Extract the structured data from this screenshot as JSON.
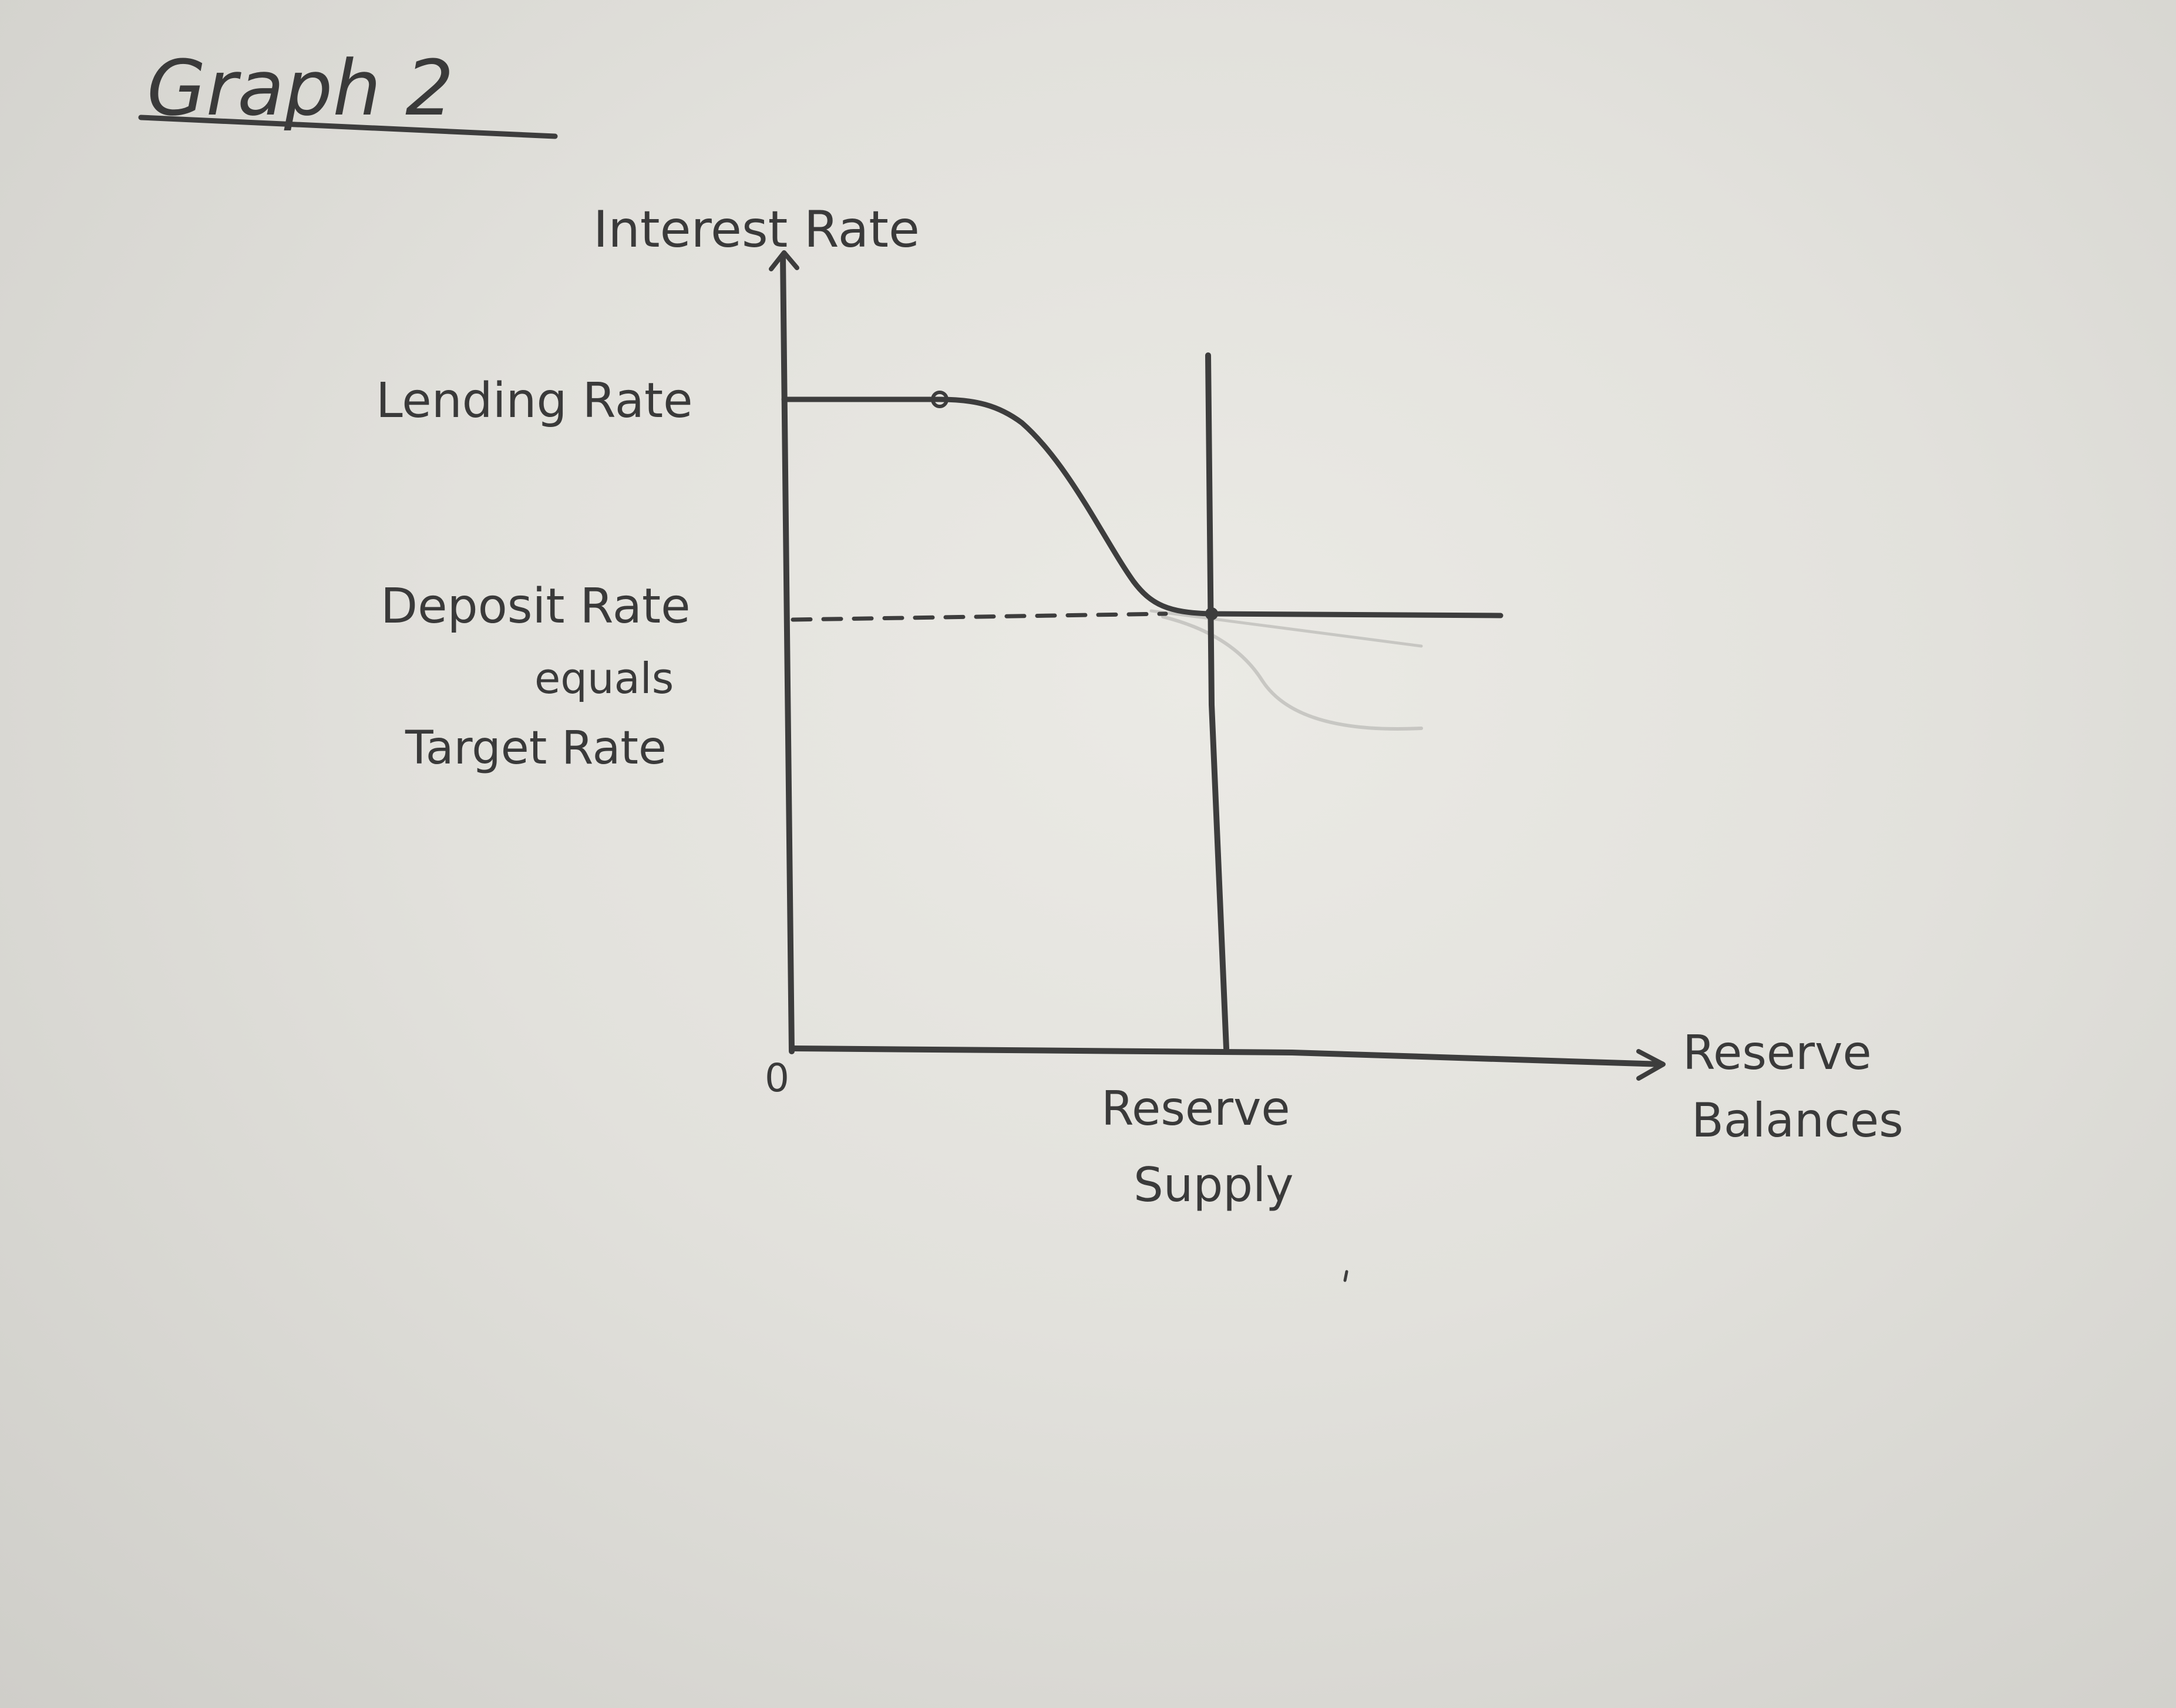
{
  "title": "Graph 2",
  "axes": {
    "y_label": "Interest Rate",
    "x_label_line1": "Reserve",
    "x_label_line2": "Balances",
    "origin_label": "0"
  },
  "rate_labels": {
    "lending_rate": "Lending Rate",
    "deposit_rate_line1": "Deposit Rate",
    "deposit_rate_line2": "equals",
    "deposit_rate_line3": "Target Rate"
  },
  "supply_label": {
    "line1": "Reserve",
    "line2": "Supply"
  },
  "colors": {
    "pencil": "#3d3d3d",
    "paper": "#e6e5e0"
  },
  "chart_data": {
    "type": "line",
    "description_level": "qualitative",
    "y_levels": [
      "Lending Rate",
      "Deposit Rate equals Target Rate"
    ],
    "series": [
      {
        "kind": "demand-curve",
        "shape": "flat at lending rate, sloping down, flat at deposit rate"
      },
      {
        "kind": "vertical-supply-line",
        "name": "Reserve Supply"
      }
    ],
    "reference_lines": [
      "dashed line at deposit rate"
    ],
    "legend": "none",
    "grid": false
  }
}
